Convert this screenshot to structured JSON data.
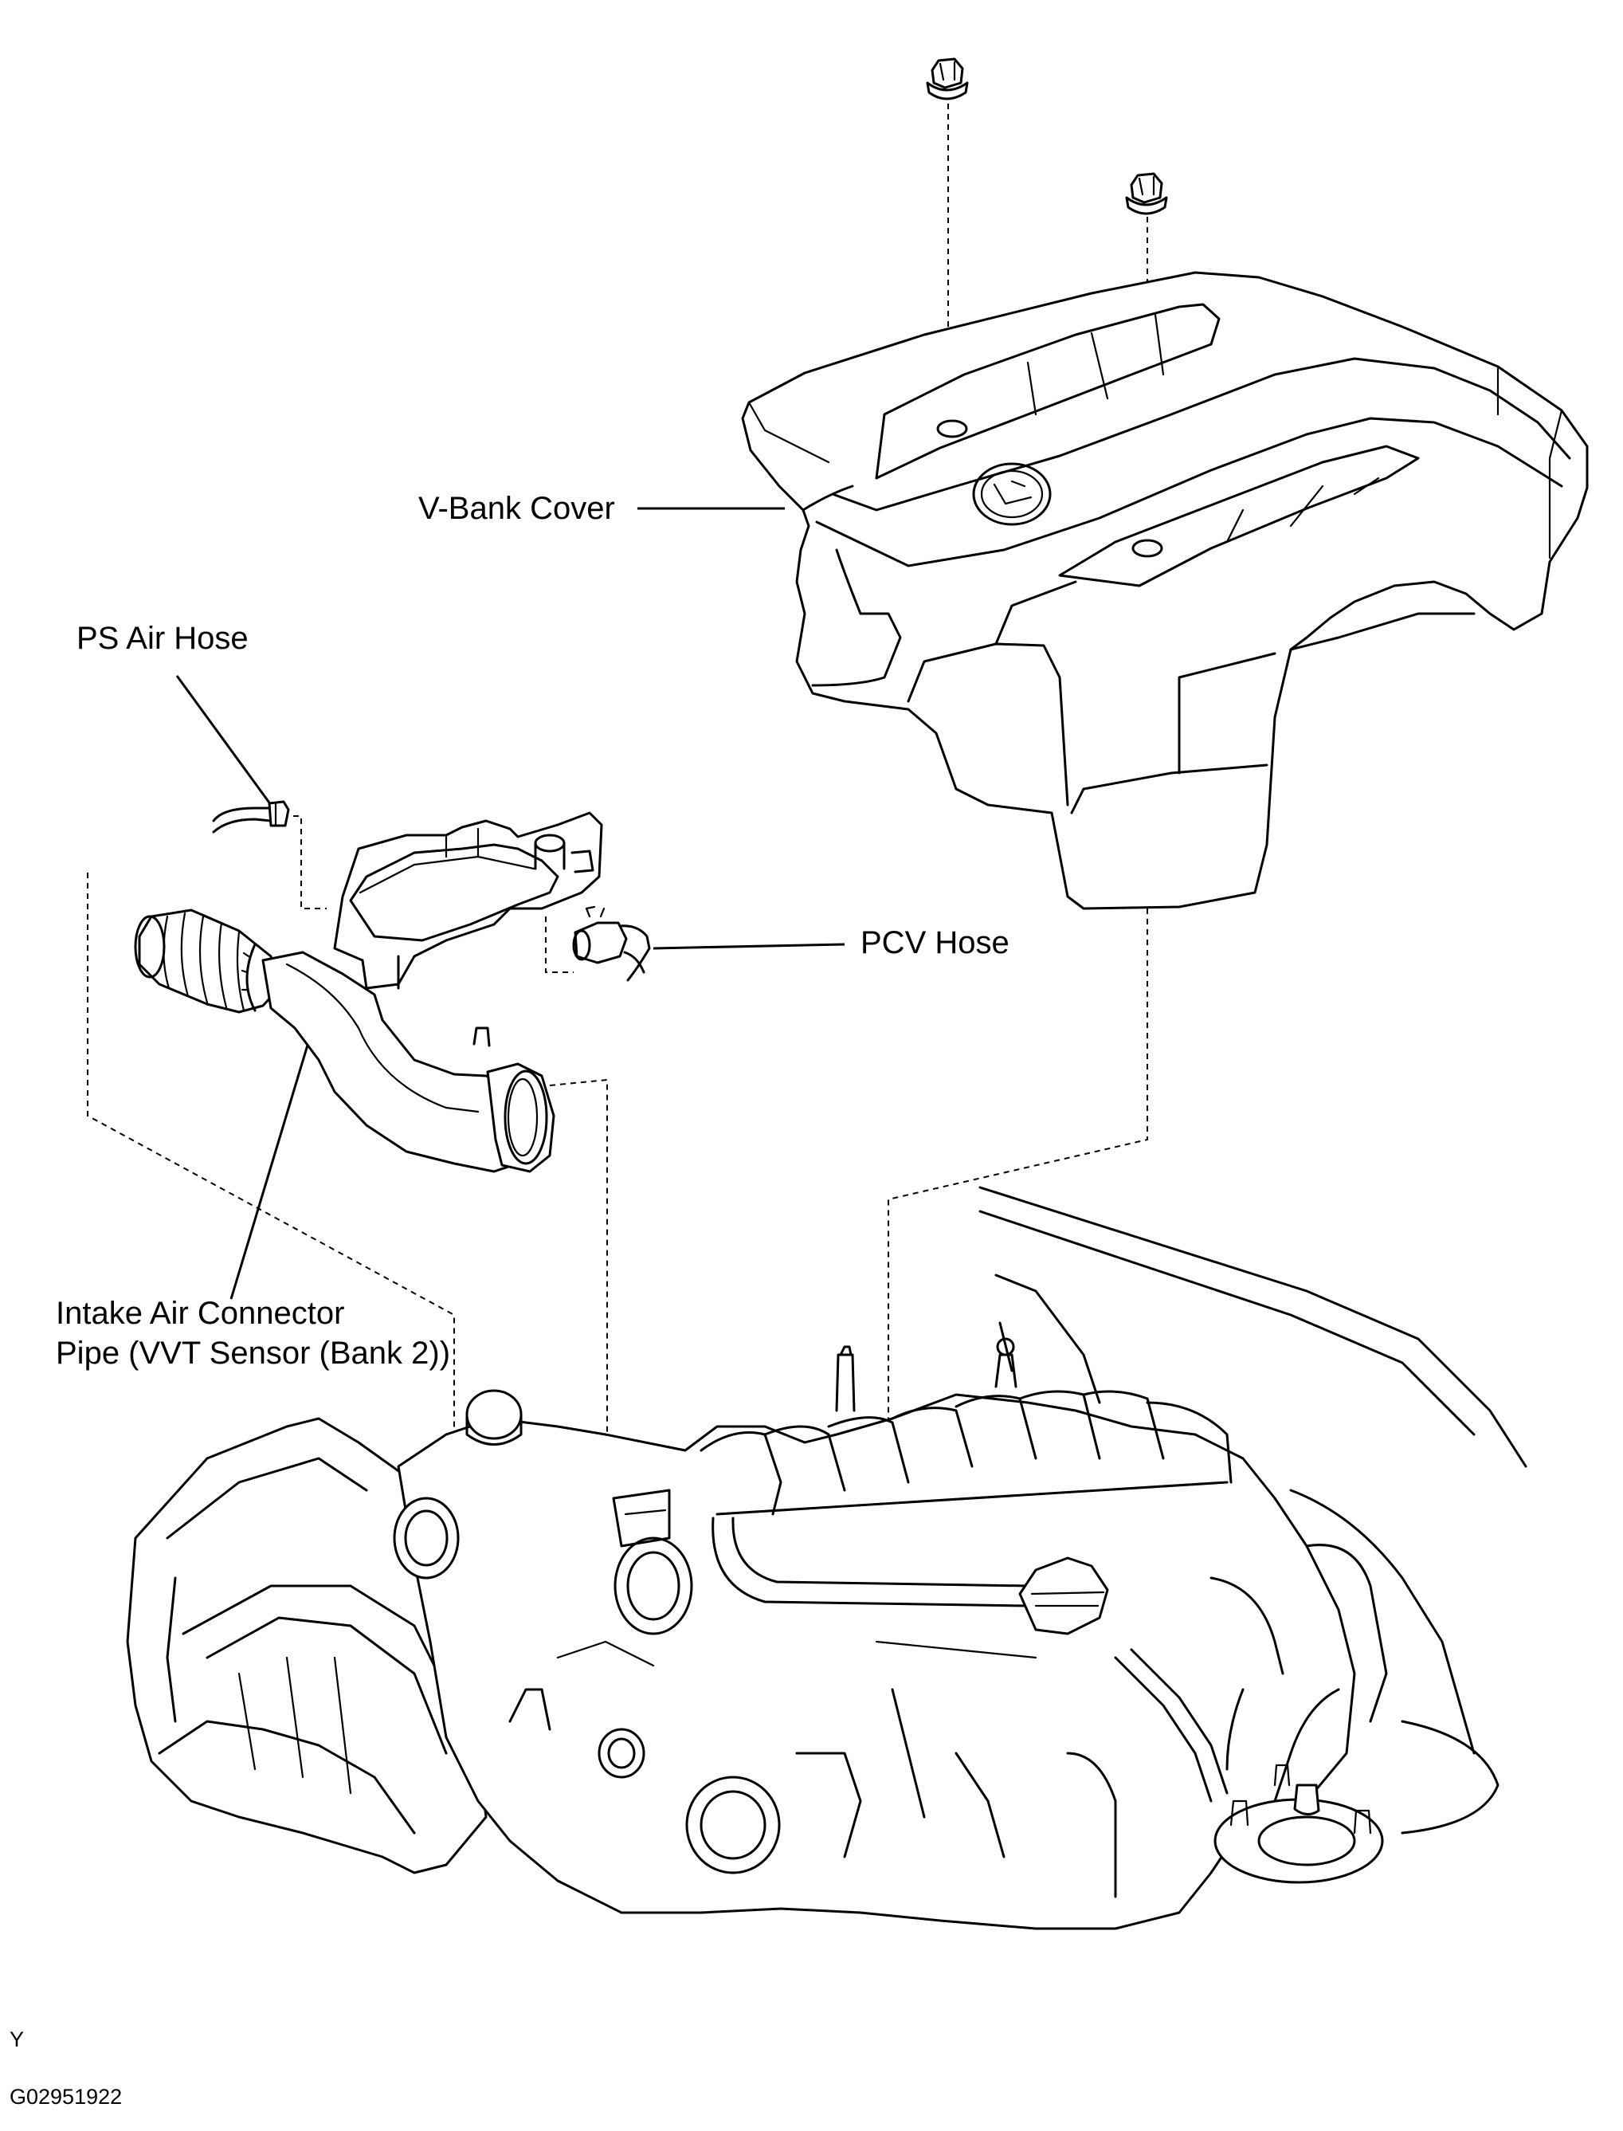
{
  "labels": {
    "v_bank_cover": "V-Bank Cover",
    "ps_air_hose": "PS Air Hose",
    "pcv_hose": "PCV Hose",
    "intake_line1": "Intake Air Connector",
    "intake_line2": "Pipe (VVT Sensor (Bank 2))"
  },
  "footer": {
    "view_mark": "Y",
    "figure_code": "G02951922"
  },
  "parts": [
    "bolt",
    "bolt",
    "v-bank-cover",
    "ps-air-hose",
    "pcv-hose",
    "intake-air-connector-pipe",
    "air-cleaner-cap",
    "engine-assembly"
  ]
}
